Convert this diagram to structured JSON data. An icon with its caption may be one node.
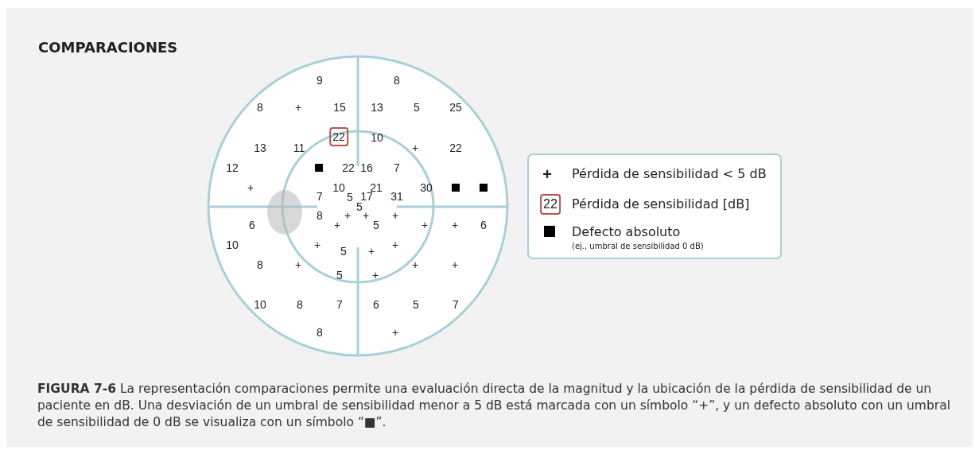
{
  "diagram": {
    "title": "COMPARACIONES",
    "caption": "**FIGURA 7-6** La representación comparaciones permite una evaluación directa de la magnitud y la ubicación de la pérdida de sensibilidad de un paciente en dB. Una desviación de un umbral de sensibilidad menor a 5 dB está marcada con un símbolo “+”, y un defecto absoluto con un umbral de sensibilidad de 0 dB se visualiza con un símbolo “■”.",
    "labels": [
      "9",
      "8",
      "8",
      "+",
      "15",
      "13",
      "5",
      "25",
      "22",
      "10",
      "13",
      "11",
      "+",
      "22",
      "12",
      "22",
      "16",
      "7",
      "+",
      "10",
      "21",
      "30",
      "7",
      "5",
      "17",
      "31",
      "5",
      "8",
      "+",
      "+",
      "+",
      "6",
      "+",
      "5",
      "+",
      "+",
      "6",
      "10",
      "+",
      "+",
      "5",
      "+",
      "8",
      "+",
      "+",
      "+",
      "5",
      "+",
      "10",
      "8",
      "7",
      "6",
      "5",
      "7",
      "8",
      "+",
      "+",
      "22",
      "(ej., umbral de sensibilidad 0 dB)"
    ],
    "legend": [
      {
        "text": "Pérdida de sensibilidad < 5 dB"
      },
      {
        "text": "Pérdida de sensibilidad [dB]"
      },
      {
        "text": "Defecto absoluto"
      }
    ]
  }
}
